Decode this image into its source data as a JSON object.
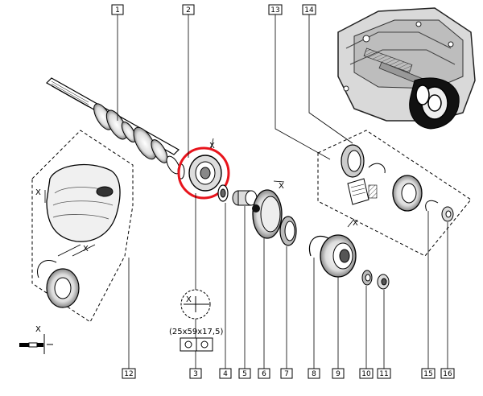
{
  "callouts": {
    "top": [
      "1",
      "2",
      "13",
      "14"
    ],
    "bottom": [
      "12",
      "3",
      "4",
      "5",
      "6",
      "7",
      "8",
      "9",
      "10",
      "11",
      "15",
      "16"
    ]
  },
  "bearing_size": "(25x59x17,5)",
  "axis_label": "X",
  "highlight_color": "#e8141c",
  "line_color": "#000000"
}
